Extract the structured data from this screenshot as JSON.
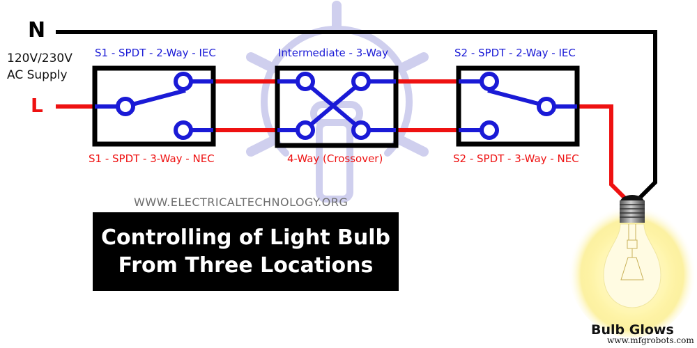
{
  "supply": {
    "neutral_label": "N",
    "live_label": "L",
    "voltage_line1": "120V/230V",
    "voltage_line2": "AC Supply"
  },
  "switches": [
    {
      "id": "S1",
      "top_label": "S1 - SPDT - 2-Way - IEC",
      "bottom_label": "S1 - SPDT - 3-Way - NEC"
    },
    {
      "id": "intermediate",
      "top_label": "Intermediate - 3-Way",
      "bottom_label": "4-Way (Crossover)"
    },
    {
      "id": "S2",
      "top_label": "S2 - SPDT - 2-Way - IEC",
      "bottom_label": "S2 - SPDT - 3-Way - NEC"
    }
  ],
  "watermark": {
    "url": "WWW.ELECTRICALTECHNOLOGY.ORG"
  },
  "title": {
    "line1": "Controlling of Light Bulb",
    "line2": "From Three Locations"
  },
  "bulb": {
    "status_label": "Bulb Glows"
  },
  "credit": "www.mfgrobots.com",
  "colors": {
    "neutral_wire": "#000000",
    "live_wire": "#ee1111",
    "switch_contacts": "#1a1ad6",
    "watermark": "#c8c8ec",
    "title_bg": "#000000",
    "title_text": "#ffffff",
    "bulb_glow": "#fff4a0"
  }
}
